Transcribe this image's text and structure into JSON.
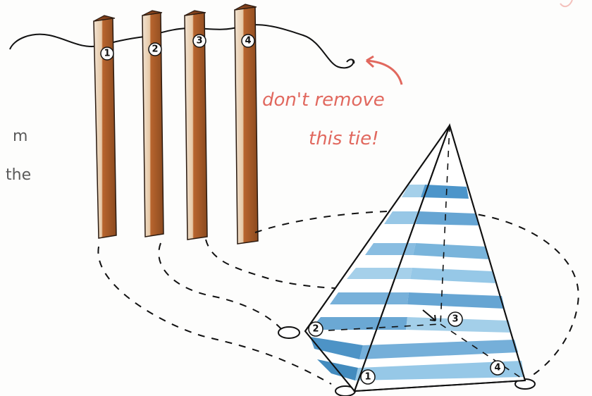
{
  "annotation": {
    "line1": "don't remove",
    "line2": "this tie!"
  },
  "side_text": {
    "line1": "m",
    "line2": "the"
  },
  "pole_labels": [
    "1",
    "2",
    "3",
    "4"
  ],
  "corner_labels": [
    "1",
    "2",
    "3",
    "4"
  ],
  "colors": {
    "wood_dark": "#8b4a1f",
    "wood_light": "#c98a55",
    "annotation": "#e1685e",
    "stripe_dark": "#2f7fb8",
    "stripe_light": "#9ccbe8",
    "ink": "#111111"
  }
}
